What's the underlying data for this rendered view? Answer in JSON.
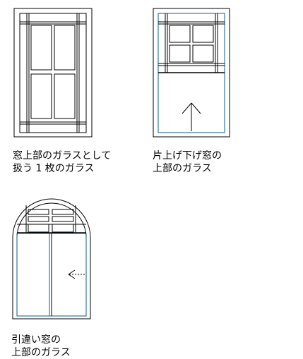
{
  "captions": {
    "fixed_window": {
      "line1": "窓上部のガラスとして",
      "line2": "扱う 1 枚のガラス"
    },
    "sash_window": {
      "line1": "片上げ下げ窓の",
      "line2": "上部のガラス"
    },
    "sliding_window": {
      "line1": "引違い窓の",
      "line2": "上部のガラス"
    }
  },
  "colors": {
    "line": "#000000",
    "glass_line": "#0a5f8a",
    "background": "#ffffff"
  }
}
